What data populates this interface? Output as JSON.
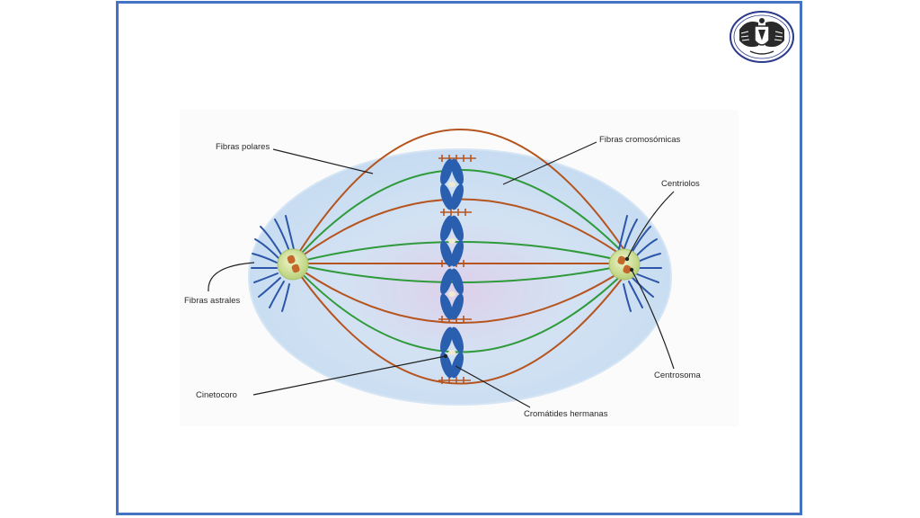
{
  "labels": {
    "fibras_polares": "Fibras polares",
    "fibras_cromosomicas": "Fibras cromosómicas",
    "centriolos": "Centriolos",
    "fibras_astrales": "Fibras astrales",
    "centrosoma": "Centrosoma",
    "cinetocoro": "Cinetocoro",
    "cromatides_hermanas": "Cromátides hermanas"
  },
  "credit": "",
  "logo": {
    "icon": "university-seal-icon"
  },
  "colors": {
    "frame": "#4472c4",
    "cell": "#c6ddf2",
    "polar_fiber": "#b5541f",
    "chromosomal_fiber": "#2e9a3a",
    "chromosome": "#2a5fb0",
    "centrosome": "#cfe09a",
    "astral": "#2d56a8"
  }
}
